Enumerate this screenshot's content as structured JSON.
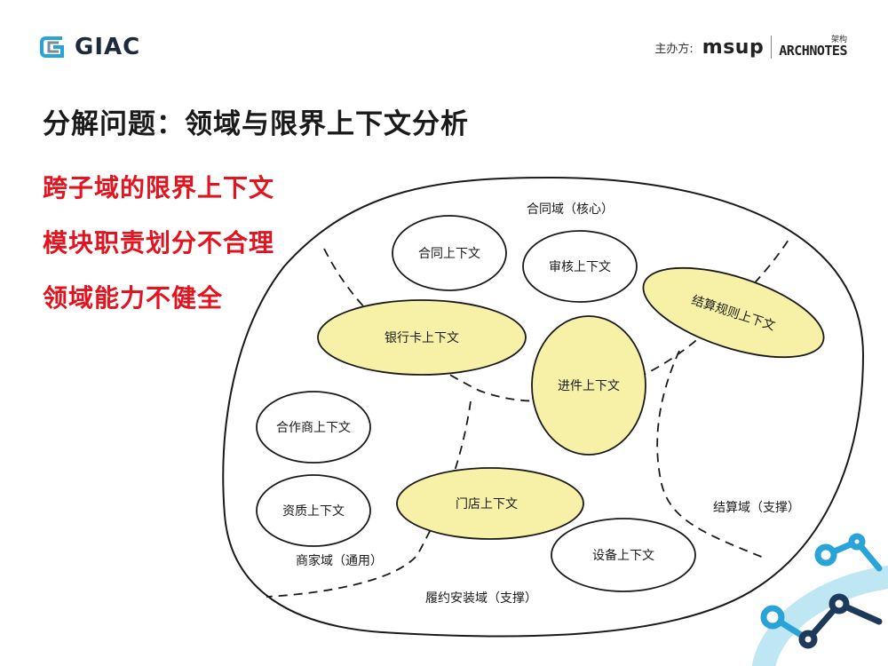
{
  "header": {
    "logo_text": "GIAC",
    "sponsor_label": "主办方:",
    "sponsor_brand": "msup",
    "sponsor_partner": "ARCHNOTES",
    "sponsor_partner_cn": "架构"
  },
  "page_title": "分解问题：领域与限界上下文分析",
  "problems": [
    "跨子域的限界上下文",
    "模块职责划分不合理",
    "领域能力不健全"
  ],
  "diagram": {
    "domains": [
      {
        "id": "contract-domain",
        "label": "合同域（核心）"
      },
      {
        "id": "merchant-domain",
        "label": "商家域（通用）"
      },
      {
        "id": "fulfillment-domain",
        "label": "履约安装域（支撑）"
      },
      {
        "id": "settlement-domain",
        "label": "结算域（支撑）"
      }
    ],
    "contexts": [
      {
        "id": "contract-context",
        "label": "合同上下文",
        "highlight": false
      },
      {
        "id": "audit-context",
        "label": "审核上下文",
        "highlight": false
      },
      {
        "id": "settlement-rule-context",
        "label": "结算规则上下文",
        "highlight": true
      },
      {
        "id": "bank-card-context",
        "label": "银行卡上下文",
        "highlight": true
      },
      {
        "id": "progress-context",
        "label": "进件上下文",
        "highlight": true
      },
      {
        "id": "partner-context",
        "label": "合作商上下文",
        "highlight": false
      },
      {
        "id": "qualification-context",
        "label": "资质上下文",
        "highlight": false
      },
      {
        "id": "store-context",
        "label": "门店上下文",
        "highlight": true
      },
      {
        "id": "device-context",
        "label": "设备上下文",
        "highlight": false
      }
    ],
    "colors": {
      "highlight_fill": "#f6f1a6",
      "stroke": "#1a1a1a",
      "plain_fill": "#ffffff"
    }
  }
}
